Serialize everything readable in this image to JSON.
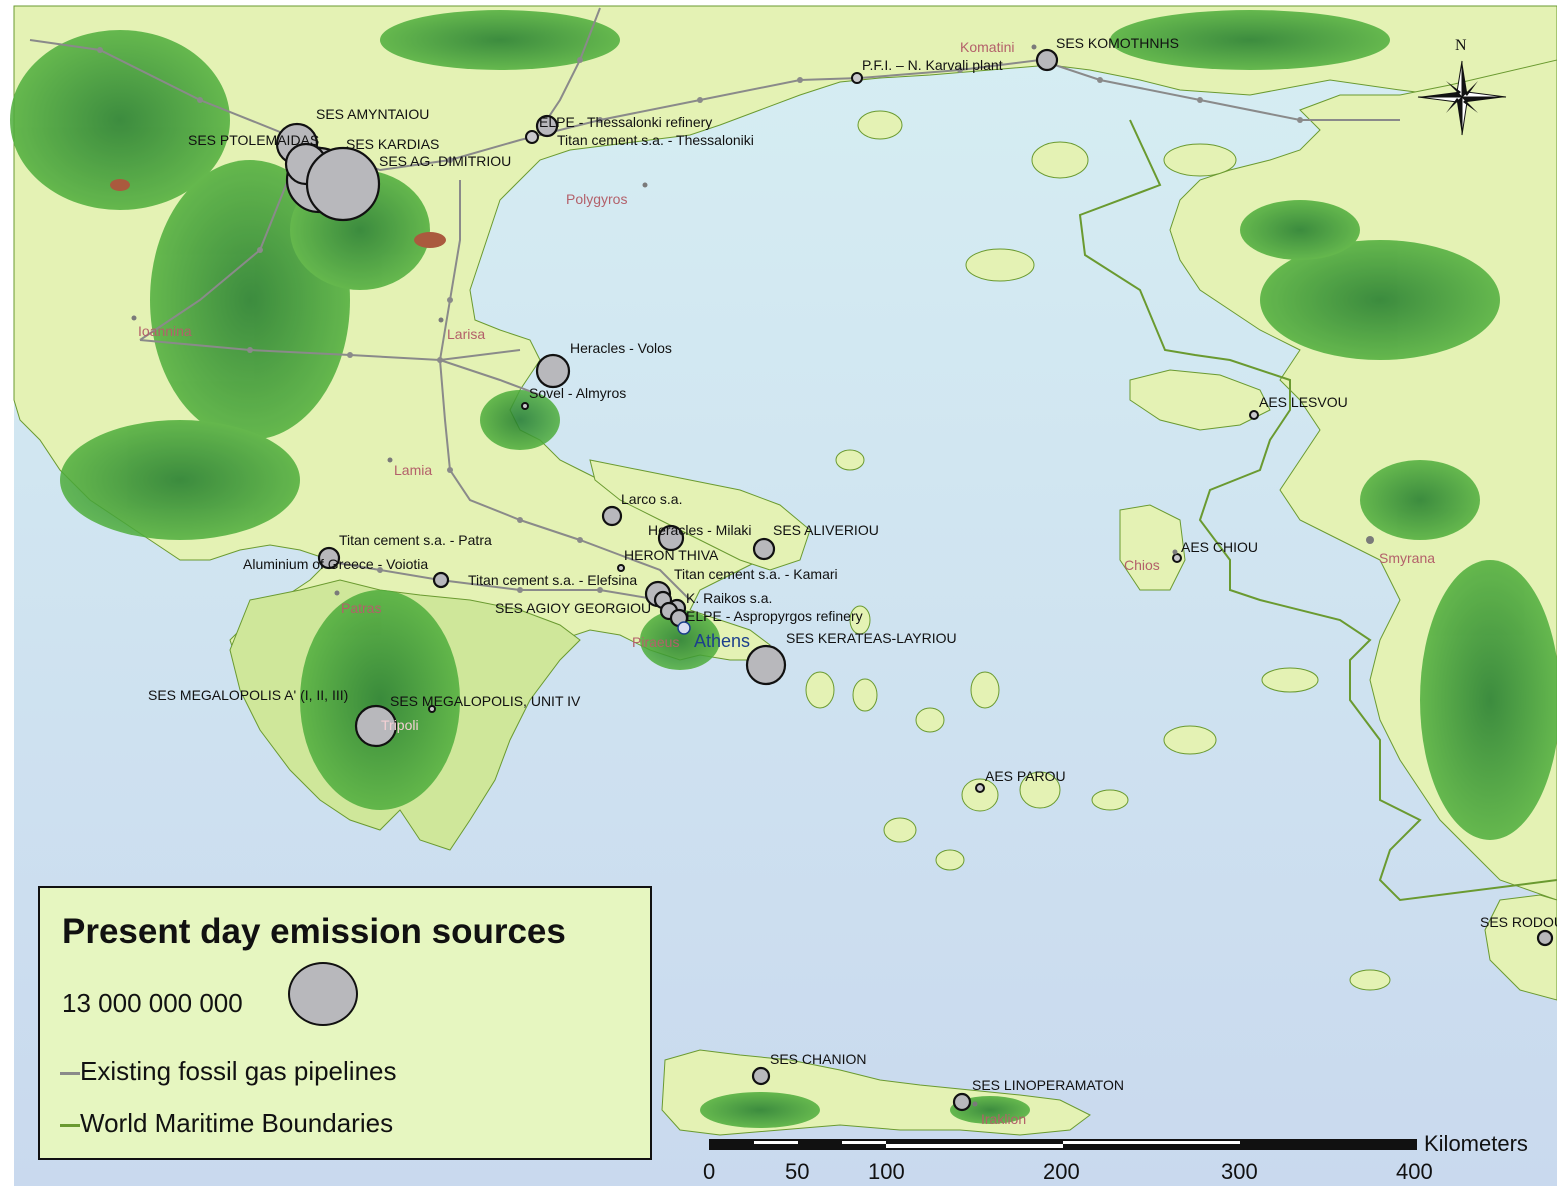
{
  "map": {
    "north_label": "N",
    "cities": [
      {
        "name": "Komatini"
      },
      {
        "name": "Polygyros"
      },
      {
        "name": "Ioannina"
      },
      {
        "name": "Larisa"
      },
      {
        "name": "Lamia"
      },
      {
        "name": "Patras"
      },
      {
        "name": "Piraeus"
      },
      {
        "name": "Athens"
      },
      {
        "name": "Tripoli"
      },
      {
        "name": "Chios"
      },
      {
        "name": "Smyrana"
      },
      {
        "name": "Iraklion"
      }
    ],
    "emission_sources": [
      {
        "name": "SES KOMOTHNHS"
      },
      {
        "name": "P.F.I.  –  N. Karvali plant"
      },
      {
        "name": "SES AMYNTAIOU"
      },
      {
        "name": "SES PTOLEMAIDAS"
      },
      {
        "name": "SES KARDIAS"
      },
      {
        "name": "SES AG. DIMITRIOU"
      },
      {
        "name": "ELPE - Thessalonki refinery"
      },
      {
        "name": "Titan cement s.a. - Thessaloniki"
      },
      {
        "name": "Heracles - Volos"
      },
      {
        "name": "Sovel - Almyros"
      },
      {
        "name": "AES LESVOU"
      },
      {
        "name": "Larco s.a."
      },
      {
        "name": "Heracles - Milaki"
      },
      {
        "name": "SES ALIVERIOU"
      },
      {
        "name": "HERON THIVA"
      },
      {
        "name": "Titan cement s.a. - Patra"
      },
      {
        "name": "Aluminium of Greece - Voiotia"
      },
      {
        "name": "Titan cement s.a. - Elefsina"
      },
      {
        "name": "Titan cement s.a. - Kamari"
      },
      {
        "name": "K. Raikos s.a."
      },
      {
        "name": "SES AGIOY GEORGIOU"
      },
      {
        "name": "ELPE - Aspropyrgos refinery"
      },
      {
        "name": "SES KERATEAS-LAYRIOU"
      },
      {
        "name": "AES CHIOU"
      },
      {
        "name": "SES MEGALOPOLIS A' (I, II, III)"
      },
      {
        "name": "SES MEGALOPOLIS, UNIT IV"
      },
      {
        "name": "AES PAROU"
      },
      {
        "name": "SES RODOU"
      },
      {
        "name": "SES CHANION"
      },
      {
        "name": "SES LINOPERAMATON"
      }
    ]
  },
  "legend": {
    "title": "Present day emission sources",
    "circle_amount": "13 000 000 000",
    "pipelines_label": "Existing fossil gas pipelines",
    "boundaries_label": "World Maritime Boundaries",
    "colors": {
      "background": "#e6f6c0",
      "source_fill": "#b8b8bc",
      "pipeline": "#8a8a8a",
      "boundary": "#6a9a30"
    }
  },
  "scale_bar": {
    "unit": "Kilometers",
    "ticks": [
      "0",
      "50",
      "100",
      "200",
      "300",
      "400"
    ]
  }
}
